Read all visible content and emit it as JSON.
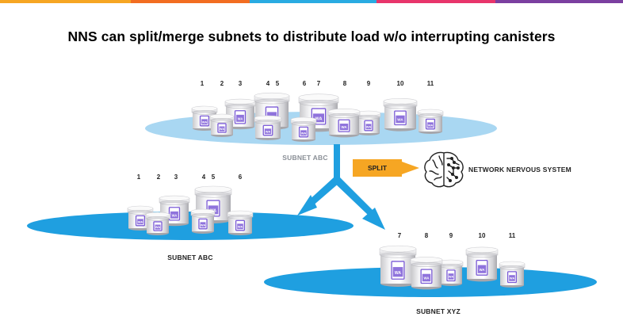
{
  "title": "NNS can split/merge subnets to distribute load w/o interrupting canisters",
  "colors": {
    "subnet_light": "#a9d7f2",
    "subnet_dark": "#1f9fe0",
    "arrow": "#1f9fe0",
    "split": "#f6a623",
    "badge": "#7b5bd6",
    "top_bar": [
      "#f6a623",
      "#f26d21",
      "#e8356b",
      "#29abe2",
      "#7b3fa0"
    ]
  },
  "subnet_abc_top": {
    "label": "SUBNET ABC",
    "numbers": [
      "1",
      "2",
      "3",
      "4",
      "5",
      "6",
      "7",
      "8",
      "9",
      "10",
      "11"
    ]
  },
  "subnet_abc_bottom": {
    "label": "SUBNET ABC",
    "numbers": [
      "1",
      "2",
      "3",
      "4",
      "5",
      "6"
    ]
  },
  "subnet_xyz": {
    "label": "SUBNET XYZ",
    "numbers": [
      "7",
      "8",
      "9",
      "10",
      "11"
    ]
  },
  "split_label": "SPLIT",
  "nns_label": "NETWORK NERVOUS SYSTEM",
  "canister_badge": "WA",
  "icons": [
    "canister-icon",
    "brain-icon",
    "split-arrow-icon"
  ]
}
